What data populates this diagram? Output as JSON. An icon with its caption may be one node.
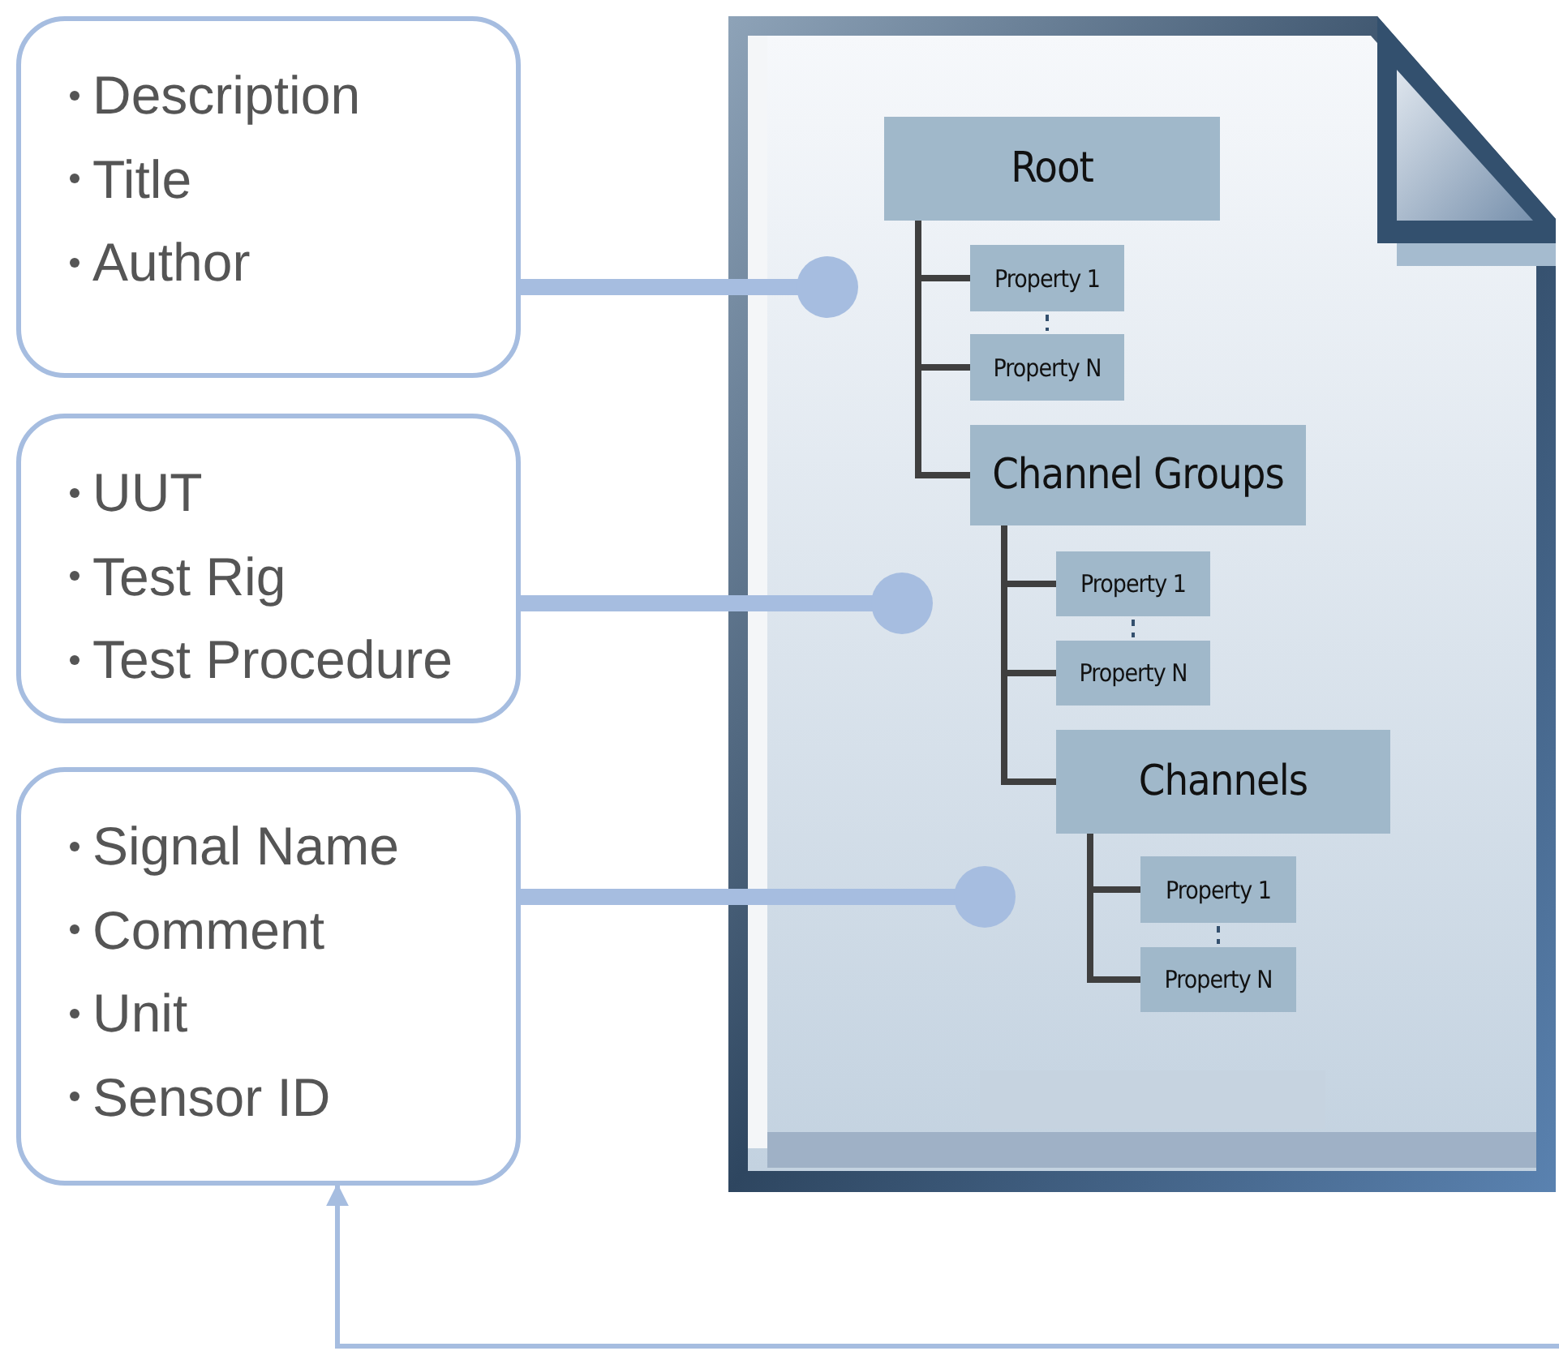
{
  "diagram": {
    "nodes": [
      {
        "text": [],
        "shape": "document"
      },
      {
        "text": [
          "Root"
        ],
        "in": 0
      },
      {
        "text": [
          "Property 1"
        ],
        "in": 0
      },
      {
        "text": [
          "Property N"
        ],
        "in": 0
      },
      {
        "text": [
          "Channel Groups"
        ],
        "in": 0
      },
      {
        "text": [
          "Property 1"
        ],
        "in": 0
      },
      {
        "text": [
          "Property N"
        ],
        "in": 0
      },
      {
        "text": [
          "Channels"
        ],
        "in": 0
      },
      {
        "text": [
          "Property 1"
        ],
        "in": 0
      },
      {
        "text": [
          "Property N"
        ],
        "in": 0
      },
      {
        "text": [
          "Description",
          "Title",
          "Author"
        ]
      },
      {
        "text": [
          "UUT",
          "Test Rig",
          "Test Procedure"
        ]
      },
      {
        "text": [
          "Signal Name",
          "Comment",
          "Unit",
          "Sensor ID"
        ]
      }
    ],
    "edges": [
      {
        "from": 1,
        "to": 2,
        "arrow": "none"
      },
      {
        "from": 1,
        "to": 3,
        "arrow": "none"
      },
      {
        "from": 1,
        "to": 4,
        "arrow": "none"
      },
      {
        "from": 2,
        "to": 3,
        "arrow": "none",
        "style": "dashed",
        "color": "#34506e"
      },
      {
        "from": 4,
        "to": 5,
        "arrow": "none"
      },
      {
        "from": 4,
        "to": 6,
        "arrow": "none"
      },
      {
        "from": 4,
        "to": 7,
        "arrow": "none"
      },
      {
        "from": 5,
        "to": 6,
        "arrow": "none",
        "style": "dashed",
        "color": "#34506e"
      },
      {
        "from": 7,
        "to": 8,
        "arrow": "none"
      },
      {
        "from": 7,
        "to": 9,
        "arrow": "none"
      },
      {
        "from": 8,
        "to": 9,
        "arrow": "none",
        "style": "dashed",
        "color": "#34506e"
      },
      {
        "from": 10,
        "to": null,
        "arrow": "other",
        "style": "thick",
        "color": "#a6bde0"
      },
      {
        "from": 11,
        "to": null,
        "arrow": "other",
        "style": "thick",
        "color": "#a6bde0"
      },
      {
        "from": 12,
        "to": null,
        "arrow": "other",
        "style": "thick",
        "color": "#a6bde0"
      },
      {
        "from": null,
        "to": 12,
        "arrow": "to",
        "color": "#a6bde0"
      }
    ]
  }
}
